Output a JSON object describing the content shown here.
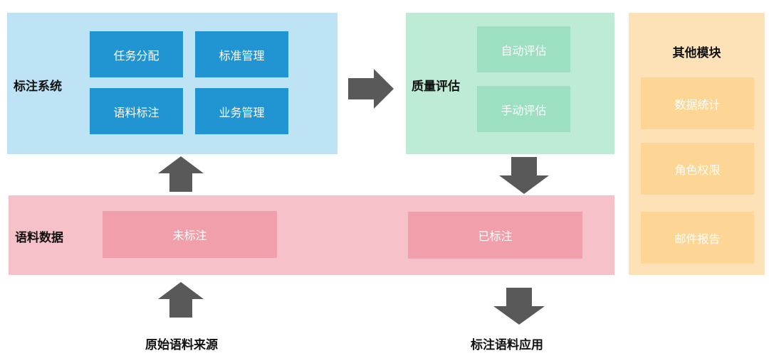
{
  "colors": {
    "annotation_panel": "#bde3f5",
    "blue_box": "#2194d2",
    "quality_panel": "#bdebd5",
    "green_box": "#9ddfc1",
    "corpus_panel": "#f7c1c9",
    "pink_box": "#f1a0ab",
    "other_panel": "#fde2b7",
    "orange_box": "#fdd595",
    "arrow": "#595959"
  },
  "annotation_system": {
    "title": "标注系统",
    "items": [
      "任务分配",
      "标准管理",
      "语料标注",
      "业务管理"
    ]
  },
  "quality": {
    "title": "质量评估",
    "items": [
      "自动评估",
      "手动评估"
    ]
  },
  "corpus": {
    "title": "语料数据",
    "items": [
      "未标注",
      "已标注"
    ]
  },
  "other": {
    "title": "其他模块",
    "items": [
      "数据统计",
      "角色权限",
      "邮件报告"
    ]
  },
  "captions": {
    "source": "原始语料来源",
    "application": "标注语料应用"
  }
}
